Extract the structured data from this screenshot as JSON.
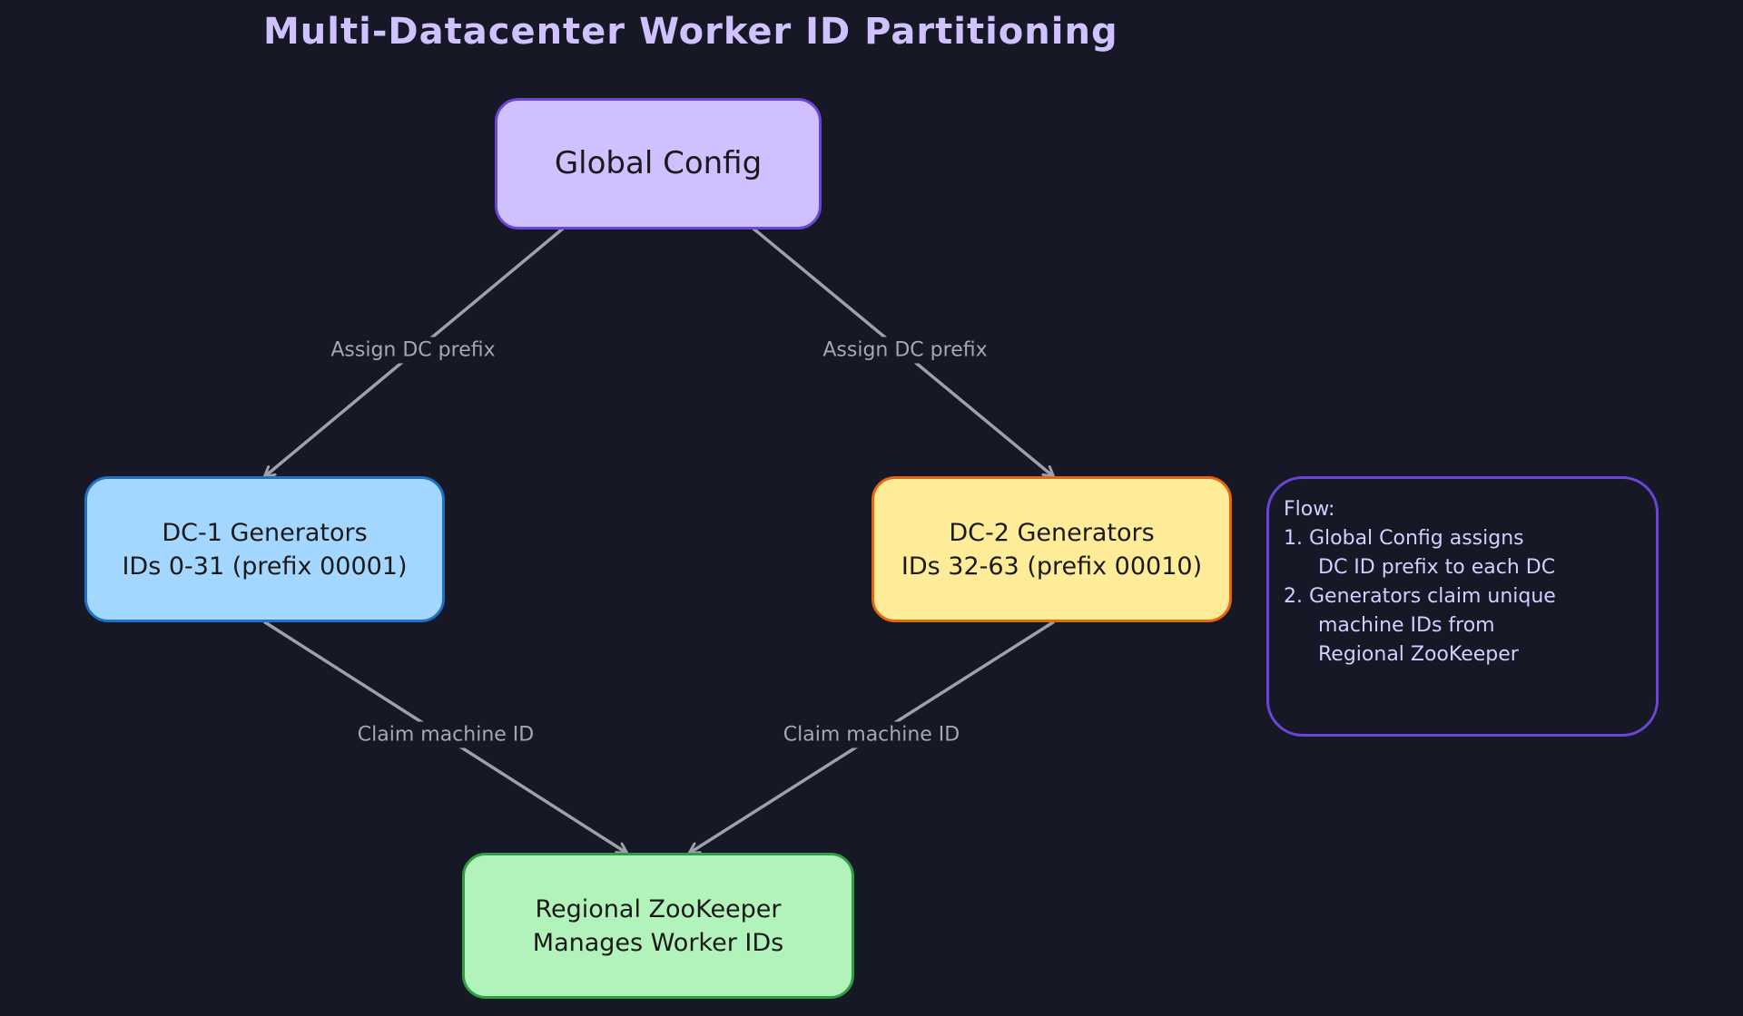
{
  "title": "Multi-Datacenter Worker ID Partitioning",
  "nodes": {
    "global": {
      "label": "Global Config"
    },
    "dc1": {
      "line1": "DC-1 Generators",
      "line2": "IDs 0-31 (prefix 00001)"
    },
    "dc2": {
      "line1": "DC-2 Generators",
      "line2": "IDs 32-63 (prefix 00010)"
    },
    "zookeeper": {
      "line1": "Regional ZooKeeper",
      "line2": "Manages Worker IDs"
    }
  },
  "edges": {
    "global_dc1": "Assign DC prefix",
    "global_dc2": "Assign DC prefix",
    "dc1_zk": "Claim machine ID",
    "dc2_zk": "Claim machine ID"
  },
  "note": {
    "heading": "Flow:",
    "lines": [
      "1. Global Config assigns",
      "DC ID prefix to each DC",
      "2. Generators claim unique",
      "machine IDs from",
      "Regional ZooKeeper"
    ]
  },
  "colors": {
    "background": "#161826",
    "edge": "#9ea0ab",
    "global_fill": "#d0c0ff",
    "dc1_fill": "#a4d7ff",
    "dc2_fill": "#ffec99",
    "zookeeper_fill": "#b2f2bb",
    "note_border": "#6b45d8"
  }
}
